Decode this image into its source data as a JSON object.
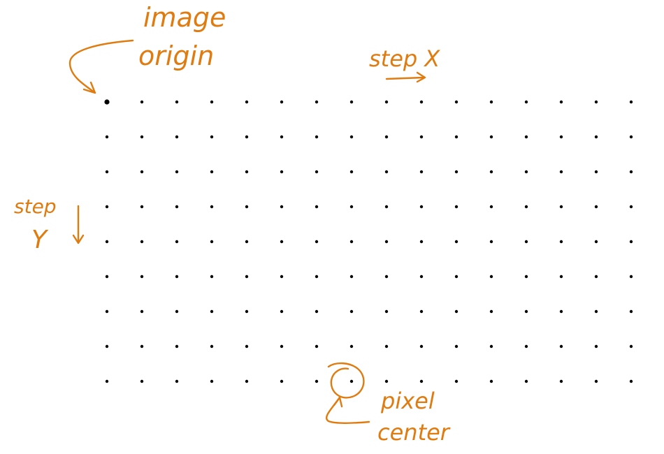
{
  "annotations": {
    "origin_line1": "image",
    "origin_line2": "origin",
    "step_x": "step X",
    "step_y_line1": "step",
    "step_y_line2": "Y",
    "pixel_center_line1": "pixel",
    "pixel_center_line2": "center"
  },
  "grid": {
    "columns": 16,
    "rows": 9
  },
  "colors": {
    "annotation": "#E07B10",
    "dot": "#000000",
    "background": "#ffffff"
  }
}
